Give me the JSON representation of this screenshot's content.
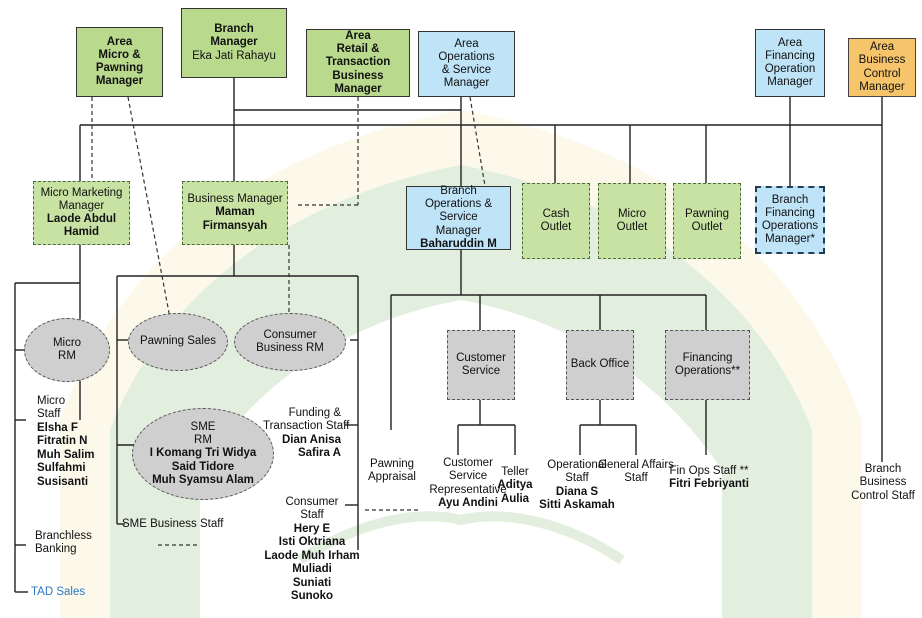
{
  "top": {
    "area_micro": [
      "Area",
      "Micro & Pawning",
      "Manager"
    ],
    "branch_manager": [
      "Branch",
      "Manager"
    ],
    "branch_manager_name": "Eka Jati Rahayu",
    "area_retail": [
      "Area",
      "Retail & Transaction",
      "Business Manager"
    ],
    "area_ops": [
      "Area",
      "Operations",
      "& Service Manager"
    ],
    "area_fin": [
      "Area",
      "Financing",
      "Operation",
      "Manager"
    ],
    "area_bc": [
      "Area Business",
      "Control",
      "Manager"
    ]
  },
  "second": {
    "micro_marketing": [
      "Micro Marketing",
      "Manager"
    ],
    "micro_marketing_name": [
      "Laode Abdul",
      "Hamid"
    ],
    "business_manager": "Business Manager",
    "business_manager_name": "Maman Firmansyah",
    "branch_ops": [
      "Branch",
      "Operations & Service",
      "Manager"
    ],
    "branch_ops_name": "Baharuddin M",
    "cash_outlet": [
      "Cash",
      "Outlet"
    ],
    "micro_outlet": [
      "Micro",
      "Outlet"
    ],
    "pawning_outlet": [
      "Pawning",
      "Outlet"
    ],
    "branch_fin": [
      "Branch",
      "Financing",
      "Operations",
      "Manager*"
    ]
  },
  "third": {
    "micro_rm": [
      "Micro",
      "RM"
    ],
    "pawning_sales": "Pawning Sales",
    "consumer_rm": [
      "Consumer",
      "Business RM"
    ],
    "sme_rm": [
      "SME",
      "RM"
    ],
    "sme_rm_names": [
      "I Komang Tri Widya",
      "Said Tidore",
      "Muh Syamsu Alam"
    ],
    "customer_service": [
      "Customer",
      "Service"
    ],
    "back_office": "Back Office",
    "financing_ops": [
      "Financing",
      "Operations**"
    ]
  },
  "staff": {
    "micro_staff": [
      "Micro",
      "Staff"
    ],
    "micro_staff_names": [
      "Elsha F",
      "Fitratin N",
      "Muh Salim",
      "Sulfahmi",
      "Susisanti"
    ],
    "branchless": [
      "Branchless",
      "Banking"
    ],
    "tad_sales": "TAD Sales",
    "sme_business_staff": "SME Business Staff",
    "funding_staff": [
      "Funding &",
      "Transaction Staff"
    ],
    "funding_names": [
      "Dian Anisa",
      "Safira A"
    ],
    "consumer_staff": [
      "Consumer",
      "Staff"
    ],
    "consumer_names": [
      "Hery E",
      "Isti Oktriana",
      "Laode Muh Irham",
      "Muliadi",
      "Suniati",
      "Sunoko"
    ],
    "pawning_appraisal": [
      "Pawning",
      "Appraisal"
    ],
    "csr": [
      "Customer",
      "Service",
      "Representative"
    ],
    "csr_name": "Ayu Andini",
    "teller": "Teller",
    "teller_names": [
      "Aditya",
      "Aulia"
    ],
    "operational_staff": [
      "Operational",
      "Staff"
    ],
    "operational_names": [
      "Diana S",
      "Sitti Askamah"
    ],
    "general_affairs": [
      "General Affairs",
      "Staff"
    ],
    "fin_ops_staff": "Fin Ops Staff **",
    "fin_ops_name": "Fitri Febriyanti",
    "bbc_staff": [
      "Branch",
      "Business",
      "Control  Staff"
    ]
  },
  "colors": {
    "green": "#b9d98c",
    "green_dashed": "#c8e2a3",
    "blue": "#bfe3f7",
    "orange": "#f6c46a",
    "gray": "#cfcfcf",
    "watermark_green": "#4f9a3a",
    "watermark_yellow": "#f2e08a",
    "tad_blue": "#2a78c2"
  }
}
